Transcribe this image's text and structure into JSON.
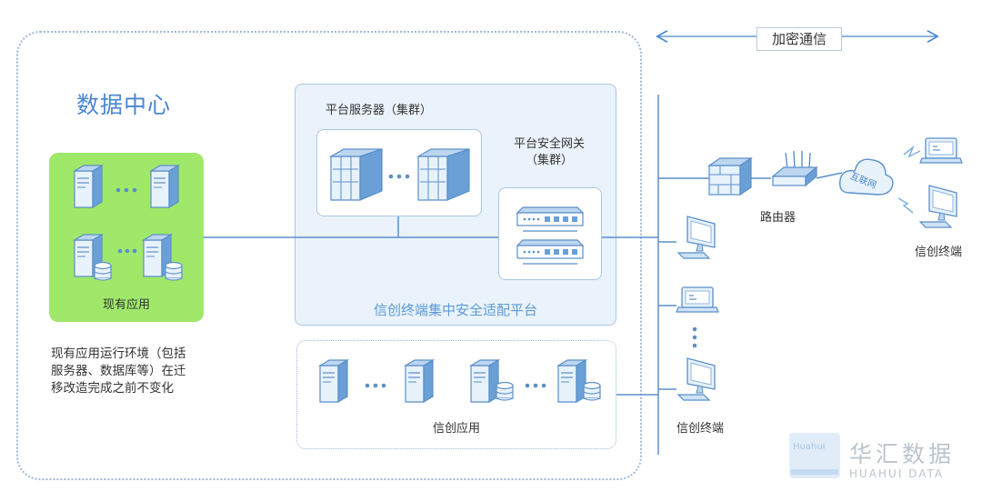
{
  "data_center": {
    "title": "数据中心",
    "existing_apps": {
      "label": "现有应用",
      "note_lines": [
        "现有应用运行环境（包括",
        "服务器、数据库等）在迁",
        "移改造完成之前不变化"
      ]
    }
  },
  "platform": {
    "label": "信创终端集中安全适配平台",
    "server_cluster_label": "平台服务器（集群）",
    "gateway_label_lines": [
      "平台安全网关",
      "（集群）"
    ]
  },
  "xinchuang_apps": {
    "label": "信创应用"
  },
  "network": {
    "encryption_label": "加密通信",
    "router_label": "路由器",
    "cloud_label": "互联网",
    "terminal_right_label": "信创终端",
    "terminal_left_label": "信创终端"
  },
  "brand": {
    "name_cn": "华汇数据",
    "name_en": "HUAHUI DATA",
    "logo_text": "Huahui"
  },
  "colors": {
    "accent_blue": "#4a86d0",
    "line_blue": "#5b8fc9",
    "existing_green": "#9fe86a",
    "platform_fill": "#eaf3fb"
  }
}
